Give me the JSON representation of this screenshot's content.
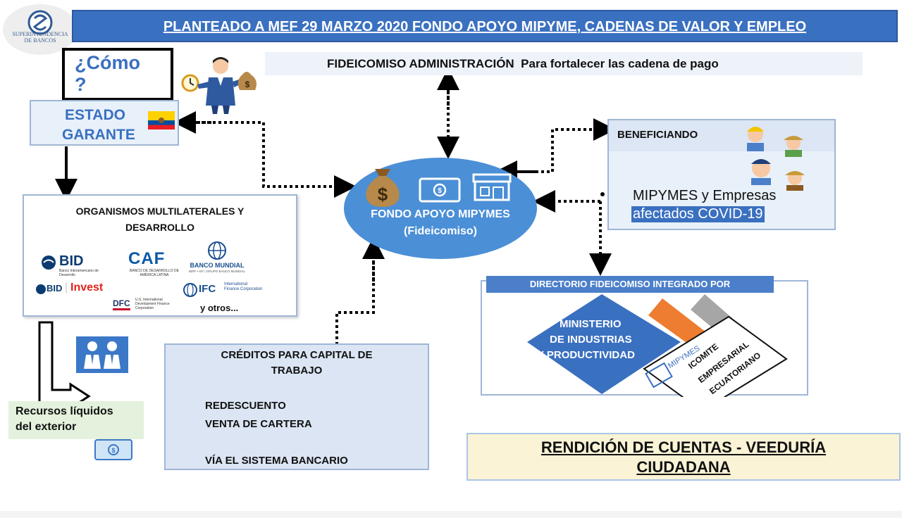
{
  "header": {
    "title": "PLANTEADO A MEF 29 MARZO 2020 FONDO APOYO MIPYME, CADENAS DE VALOR Y EMPLEO"
  },
  "logo": {
    "text_line1": "SUPERINTENDENCIA",
    "text_line2": "DE BANCOS"
  },
  "como": {
    "line1": "¿Cómo",
    "line2": "?"
  },
  "estado": {
    "line1": "ESTADO",
    "line2": "GARANTE"
  },
  "fideicomiso_admin": {
    "title": "FIDEICOMISO ADMINISTRACIÓN",
    "subtitle": "Para fortalecer las cadena de pago"
  },
  "organismos": {
    "title_line1": "ORGANISMOS MULTILATERALES Y",
    "title_line2": "DESARROLLO",
    "logos": {
      "bid": "BID",
      "bid_sub": "Banco Interamericano de Desarrollo",
      "caf": "CAF",
      "caf_sub": "BANCO DE DESARROLLO DE AMÉRICA LATINA",
      "bm": "BANCO MUNDIAL",
      "bm_sub": "BIRF • AIF | GRUPO BANCO MUNDIAL",
      "bid_invest_a": "BID",
      "bid_invest_b": "Invest",
      "ifc": "IFC",
      "ifc_sub1": "International",
      "ifc_sub2": "Finance Corporation",
      "dfc": "DFC",
      "dfc_sub": "U.S. International Development Finance Corporation"
    },
    "otros": "y otros..."
  },
  "recursos": {
    "line1": "Recursos líquidos",
    "line2": "del exterior"
  },
  "fondo": {
    "line1": "FONDO APOYO MIPYMES",
    "line2": "(Fideicomiso)"
  },
  "beneficiando": {
    "title": "BENEFICIANDO",
    "line1": "MIPYMES  y Empresas",
    "line2": "afectados COVID-19"
  },
  "directorio": {
    "title": "DIRECTORIO FIDEICOMISO INTEGRADO POR",
    "ministerio_line1": "MINISTERIO",
    "ministerio_line2": "DE INDUSTRIAS",
    "ministerio_line3": "Y PRODUCTIVIDAD",
    "mipymes": "MIPYMES",
    "comite_line1": "ICOMITE",
    "comite_line2": "EMPRESARIAL",
    "comite_line3": "ECUATORIANO"
  },
  "creditos": {
    "title_line1": "CRÉDITOS PARA CAPITAL DE",
    "title_line2": "TRABAJO",
    "item1": "REDESCUENTO",
    "item2": "VENTA DE CARTERA",
    "item3": "VÍA EL SISTEMA BANCARIO"
  },
  "rendicion": {
    "line1": "RENDICIÓN DE CUENTAS - VEEDURÍA",
    "line2": "CIUDADANA"
  },
  "icons": {
    "businessman": "businessman-icon",
    "money_bag": "money-bag-icon",
    "clock": "clock-icon",
    "flag": "ecuador-flag-icon",
    "banknote": "banknote-icon",
    "store": "store-icon",
    "people": "people-icon",
    "workers": "workers-icon"
  },
  "colors": {
    "header_blue": "#3a70c0",
    "fondo_blue": "#4b8fd6",
    "orange": "#ee7d31",
    "gray": "#a6a6a6"
  }
}
